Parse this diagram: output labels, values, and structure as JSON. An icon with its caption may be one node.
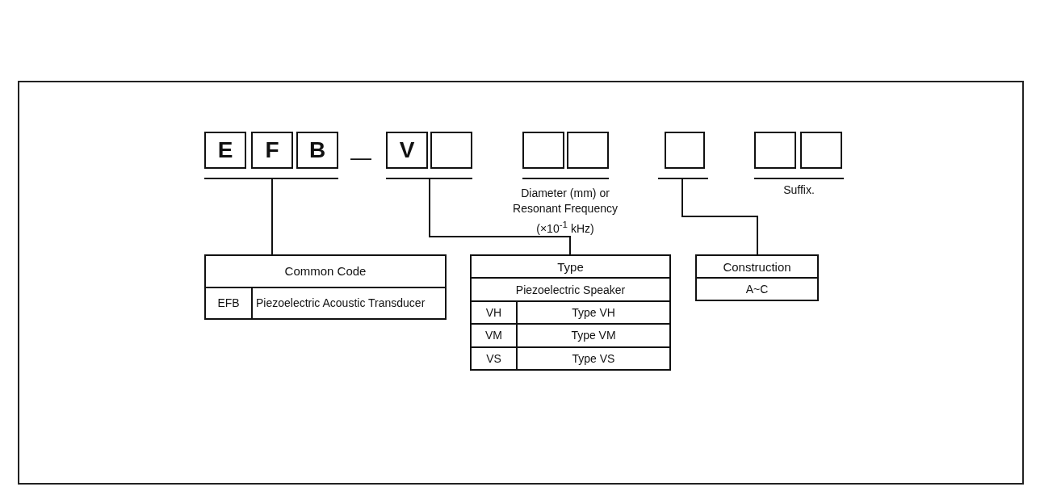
{
  "diagram": {
    "nodes": [
      {
        "text": [
          "E"
        ]
      },
      {
        "text": [
          "F"
        ]
      },
      {
        "text": [
          "B"
        ]
      },
      {
        "text": [
          "V"
        ]
      },
      {
        "text": [],
        "shape": "box"
      },
      {
        "text": [],
        "shape": "box"
      },
      {
        "text": [],
        "shape": "box"
      },
      {
        "text": [],
        "shape": "box"
      },
      {
        "text": [],
        "shape": "box"
      },
      {
        "text": [],
        "shape": "box"
      },
      {
        "text": [],
        "shape": "bar"
      },
      {
        "text": [],
        "shape": "bar"
      },
      {
        "text": [],
        "shape": "bar",
        "beside": [
          "Diameter (mm) or Resonant Frequency (×10$^{-1}$ kHz)"
        ]
      },
      {
        "text": [],
        "shape": "bar"
      },
      {
        "text": [],
        "shape": "bar",
        "beside": [
          "Suffix."
        ]
      },
      {
        "text": [
          "Common Code",
          "EFB",
          "Piezoelectric Acoustic Transducer"
        ]
      },
      {
        "text": [
          "Type",
          "Piezoelectric Speaker",
          "VH",
          "Type VH",
          "VM",
          "Type VM",
          "VS",
          "Type VS"
        ]
      },
      {
        "text": [
          "Construction",
          "A~C"
        ]
      }
    ],
    "edges": [
      {
        "from": 10,
        "to": 15,
        "arrow": "none"
      },
      {
        "from": 11,
        "to": 16,
        "arrow": "none"
      },
      {
        "from": 13,
        "to": 17,
        "arrow": "none"
      }
    ],
    "labels": [
      "—"
    ]
  }
}
